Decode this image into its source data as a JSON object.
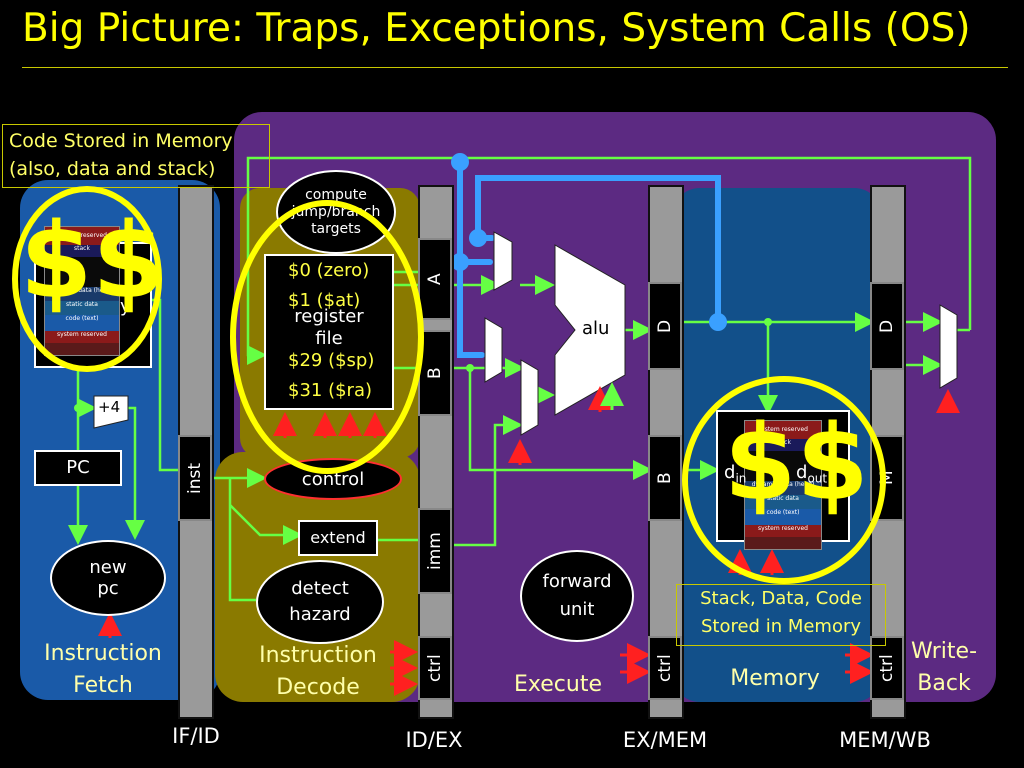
{
  "title": "Big Picture: Traps, Exceptions, System Calls (OS)",
  "notes": {
    "code_memory_line1": "Code Stored in Memory",
    "code_memory_line2": "(also, data and stack)",
    "stack_data_line1": "Stack, Data, Code",
    "stack_data_line2": "Stored in Memory"
  },
  "dollar_sign": "$$",
  "stages": {
    "fetch_line1": "Instruction",
    "fetch_line2": "Fetch",
    "decode_line1": "Instruction",
    "decode_line2": "Decode",
    "execute": "Execute",
    "memory": "Memory",
    "writeback_line1": "Write-",
    "writeback_line2": "Back"
  },
  "pipeline_regs": {
    "if_id": "IF/ID",
    "id_ex": "ID/EX",
    "ex_mem": "EX/MEM",
    "mem_wb": "MEM/WB"
  },
  "reg_fields": {
    "inst": "inst",
    "a": "A",
    "b": "B",
    "imm": "imm",
    "ctrl": "ctrl",
    "d": "D",
    "m": "M"
  },
  "blocks": {
    "pc": "PC",
    "plus4": "+4",
    "new_pc_line1": "new",
    "new_pc_line2": "pc",
    "compute_line1": "compute",
    "compute_line2": "jump/branch",
    "compute_line3": "targets",
    "register_file_line1": "register",
    "register_file_line2": "file",
    "control": "control",
    "extend": "extend",
    "detect_line1": "detect",
    "detect_line2": "hazard",
    "alu": "alu",
    "forward_line1": "forward",
    "forward_line2": "unit",
    "d_in": "d",
    "d_in_sub": "in",
    "d_out": "d",
    "d_out_sub": "out",
    "inst_memory_fragment": "y"
  },
  "registers": {
    "r0": "$0 (zero)",
    "r1": "$1 ($at)",
    "r29": "$29 ($sp)",
    "r31": "$31 ($ra)"
  },
  "memory_map": {
    "system_reserved_top": "system reserved",
    "stack": "stack",
    "heap": "dynamic data (heap)",
    "static": "static data",
    "code": "code (text)",
    "system_reserved_bottom": "system reserved"
  },
  "colors": {
    "title": "#ffff00",
    "wires": "#66ff44",
    "fetch_bg": "#1a5aa8",
    "decode_bg": "#8a7a00",
    "execute_bg": "#5c2a82",
    "memory_bg": "#12508a",
    "blue_wire": "#3aa0ff",
    "red_arrow": "#ff2020"
  }
}
